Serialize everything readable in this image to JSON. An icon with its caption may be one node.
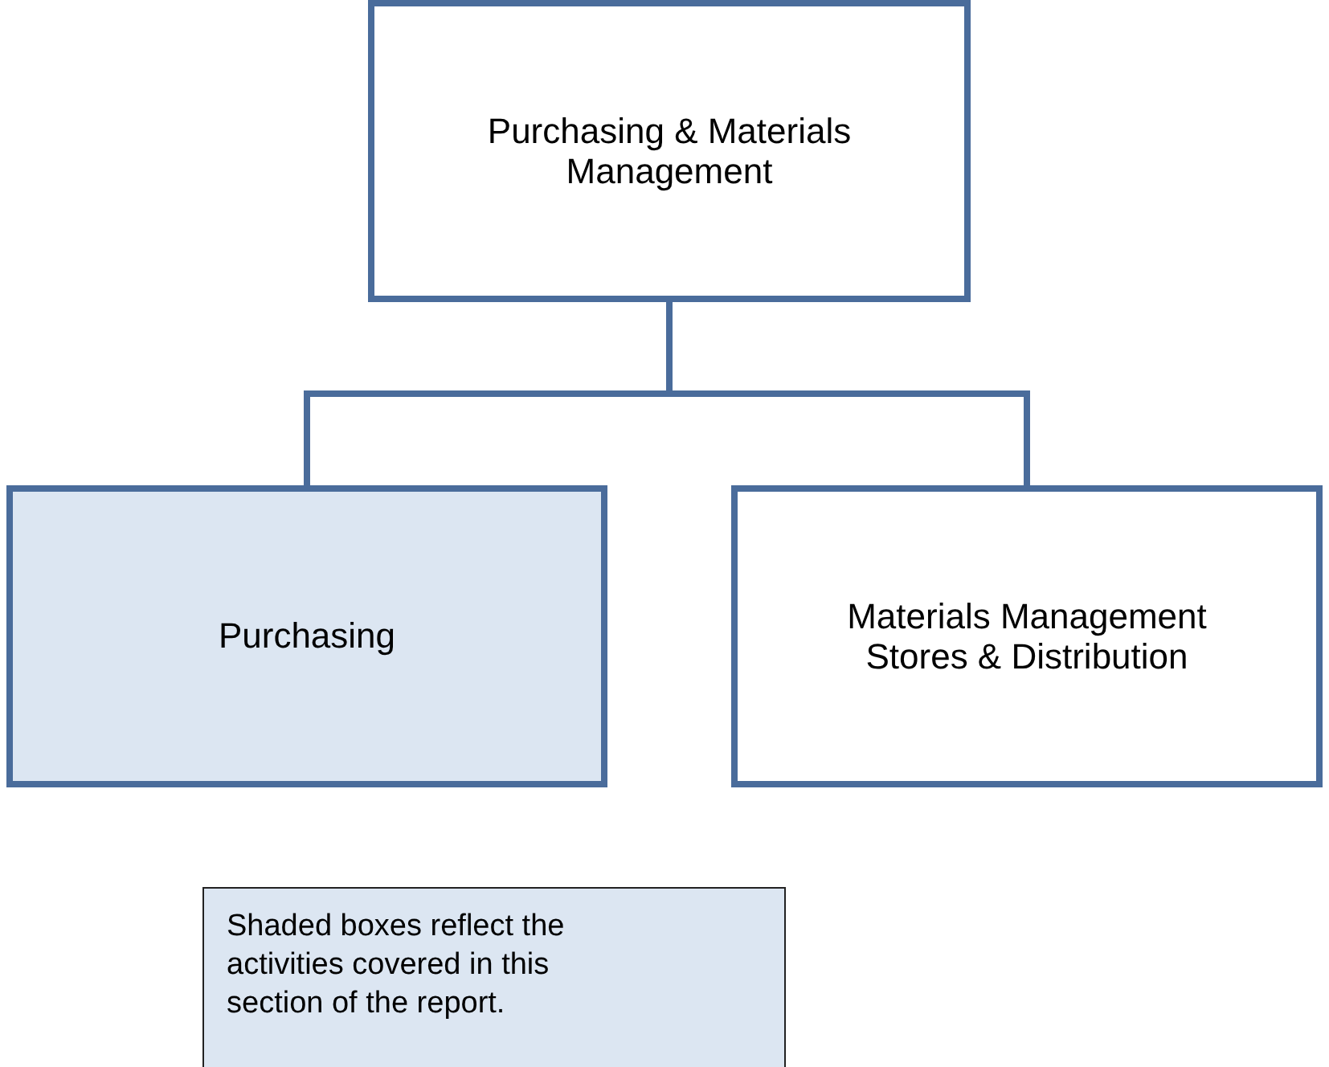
{
  "diagram": {
    "nodes": [
      {
        "text": [
          "Purchasing & Materials Management"
        ]
      },
      {
        "text": [
          "Purchasing"
        ]
      },
      {
        "text": [
          "Materials Management Stores & Distribution"
        ]
      },
      {
        "text": [
          "Shaded boxes reflect the activities covered in this section of the report."
        ]
      }
    ],
    "edges": [
      {
        "from": 0,
        "to": 1,
        "arrow": "none"
      },
      {
        "from": 0,
        "to": 2,
        "arrow": "none"
      }
    ]
  }
}
